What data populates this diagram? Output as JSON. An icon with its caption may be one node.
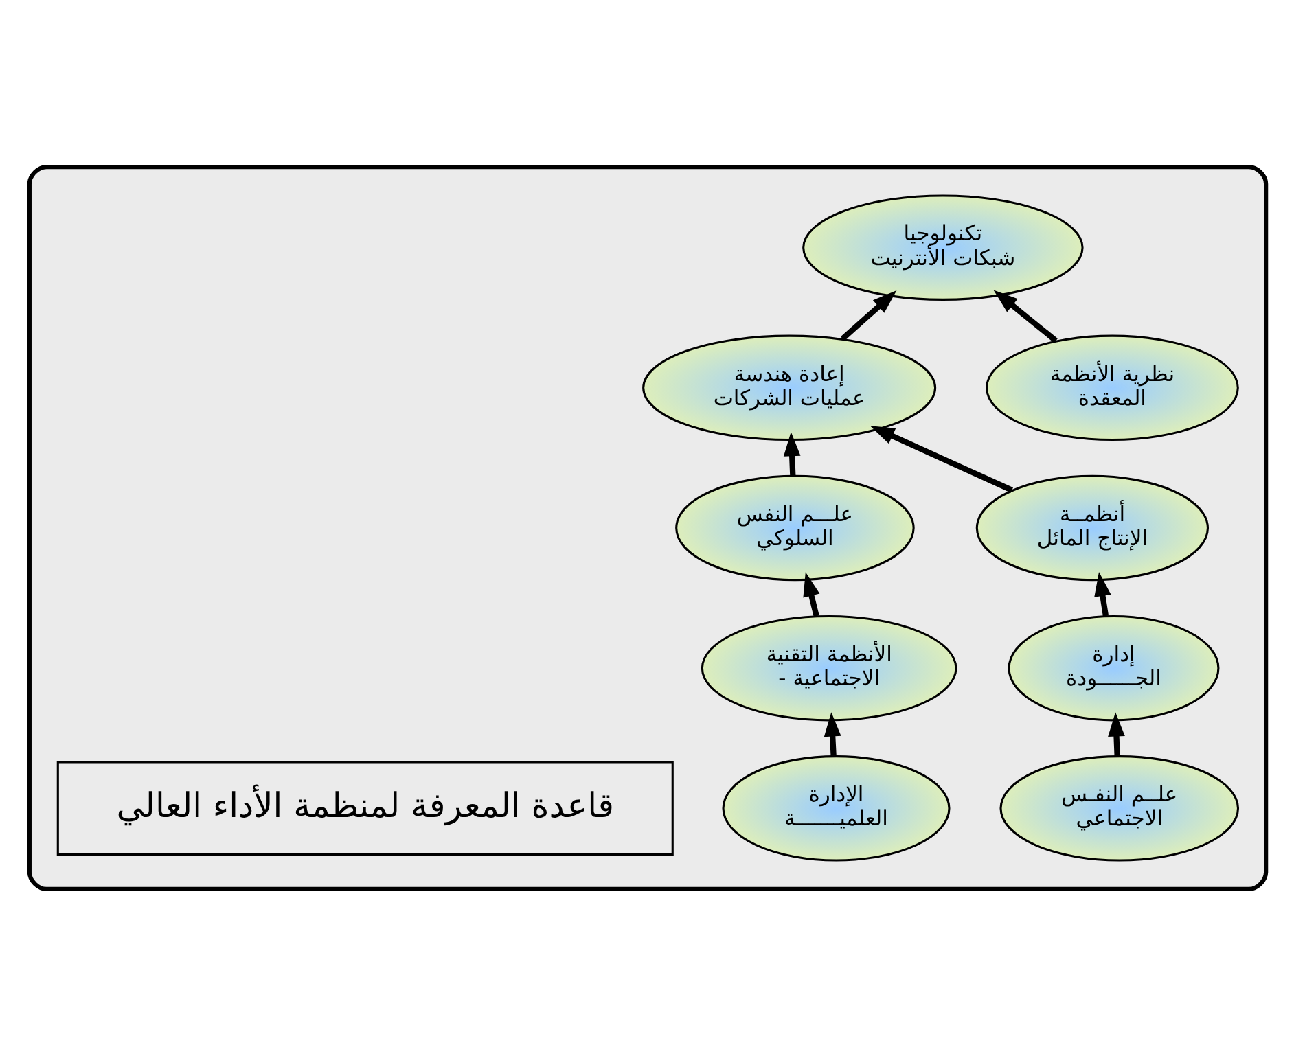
{
  "diagram": {
    "nodes": [
      {
        "text": [],
        "shape": "arrow"
      },
      {
        "text": [
          "تكنولوجيا شبكات الأنترنيت"
        ],
        "in": 0
      },
      {
        "text": [
          "نظرية الأنظمة المعقدة"
        ],
        "in": 0
      },
      {
        "text": [
          "إعادة هندسة عمليات الشركات"
        ],
        "in": 0
      },
      {
        "text": [
          "أنظمــة الإنتاج المائل"
        ],
        "in": 0
      },
      {
        "text": [
          "علـــم النفس السلوكي"
        ],
        "in": 0
      },
      {
        "text": [
          "إدارة الجــــــودة"
        ],
        "in": 0
      },
      {
        "text": [
          "الأنظمة التقنية - الاجتماعية"
        ],
        "in": 0
      },
      {
        "text": [
          "علــم النفـس الاجتماعي"
        ],
        "in": 0
      },
      {
        "text": [
          "الإدارة العلميـــــــة"
        ],
        "in": 0
      },
      {
        "text": [
          "قاعدة المعرفة لمنظمة الأداء العالي"
        ],
        "in": 0
      }
    ],
    "edges": [
      {
        "from": 9,
        "to": 7,
        "arrow": "to"
      },
      {
        "from": 7,
        "to": 5,
        "arrow": "to"
      },
      {
        "from": 5,
        "to": 3,
        "arrow": "to"
      },
      {
        "from": 3,
        "to": 1,
        "arrow": "to"
      },
      {
        "from": 8,
        "to": 6,
        "arrow": "to"
      },
      {
        "from": 6,
        "to": 4,
        "arrow": "to"
      },
      {
        "from": 4,
        "to": 3,
        "arrow": "to"
      },
      {
        "from": 2,
        "to": 1,
        "arrow": "to"
      }
    ]
  }
}
